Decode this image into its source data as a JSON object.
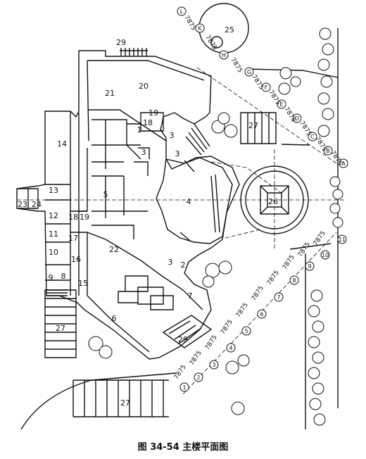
{
  "caption": "图 34-54 主楼平面图",
  "rooms": {
    "r1": "1",
    "r2": "2",
    "r3a": "3",
    "r3b": "3",
    "r3c": "3",
    "r3d": "3",
    "r4": "4",
    "r5": "5",
    "r6": "6",
    "r7": "7",
    "r8": "8",
    "r9": "9",
    "r10": "10",
    "r11": "11",
    "r12": "12",
    "r13": "13",
    "r14": "14",
    "r15": "15",
    "r16": "16",
    "r17": "17",
    "r18a": "18",
    "r18b": "18",
    "r19a": "19",
    "r19b": "19",
    "r20": "20",
    "r21": "21",
    "r22": "22",
    "r23": "23",
    "r24": "24",
    "r25": "25",
    "r26": "26",
    "r27a": "27",
    "r27b": "27",
    "r27c": "27",
    "r29a": "29",
    "r29b": "29"
  },
  "grid_dimension": "7875",
  "grid_letters": [
    "A",
    "B",
    "C",
    "D",
    "E",
    "F",
    "G",
    "H",
    "K",
    "L"
  ],
  "grid_numbers": [
    "1",
    "2",
    "3",
    "4",
    "5",
    "6",
    "7",
    "8",
    "9",
    "10",
    "11"
  ]
}
